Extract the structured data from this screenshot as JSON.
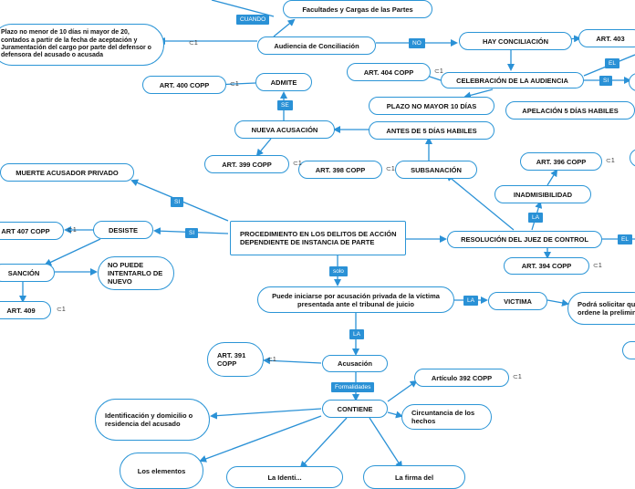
{
  "nodes": {
    "root": "PROCEDIMIENTO EN LOS DELITOS DE ACCIÓN DEPENDIENTE DE INSTANCIA DE PARTE",
    "facultades": "Facultades y Cargas de las Partes",
    "plazo10_20": "Plazo no menor de 10 días ni mayor de 20, contados a partir de la fecha de aceptación y Juramentación del cargo por parte del defensor o defensora del acusado o acusada",
    "audiencia": "Audiencia de Conciliación",
    "hay_conciliacion": "HAY CONCILIACIÓN",
    "art403": "ART. 403",
    "art404": "ART. 404 COPP",
    "celebracion": "CELEBRACIÓN DE LA AUDIENCIA",
    "art400": "ART. 400 COPP",
    "admite": "ADMITE",
    "plazo10": "PLAZO NO MAYOR 10 DÍAS",
    "apelacion": "APELACIÓN 5 DÍAS HABILES",
    "nueva_acusacion": "NUEVA ACUSACIÓN",
    "antes5": "ANTES DE 5 DÍAS HABILES",
    "art399": "ART. 399 COPP",
    "art398": "ART. 398 COPP",
    "subsanacion": "SUBSANACIÓN",
    "art396": "ART. 396 COPP",
    "muerte": "MUERTE ACUSADOR PRIVADO",
    "inadmisibilidad": "INADMISIBILIDAD",
    "art407": "ART 407 COPP",
    "desiste": "DESISTE",
    "resolucion": "RESOLUCIÓN DEL JUEZ DE CONTROL",
    "art394": "ART. 394 COPP",
    "sancion": "SANCIÓN",
    "no_puede": "NO PUEDE INTENTARLO DE NUEVO",
    "art409": "ART. 409",
    "puede_iniciarse": "Puede iniciarse por acusación privada de la víctima presentada ante el tribunal de juicio",
    "victima": "VICTIMA",
    "podra": "Podrá solicitar que ordene la preliminar",
    "art391": "ART. 391 COPP",
    "acusacion": "Acusación",
    "art392": "Artículo 392 COPP",
    "contiene": "CONTIENE",
    "identificacion": "Identificación y domicilio o residencia del acusado",
    "circunstancia": "Circuntancia de los hechos",
    "elementos": "Los elementos",
    "ident_bottom": "La Identi...",
    "firma": "La firma del"
  },
  "labels": {
    "cuando": "CUANDO",
    "no": "NO",
    "el_top": "EL",
    "si_top": "SI",
    "se": "SE",
    "si_a": "SI",
    "si_b": "SI",
    "la_inad": "LA",
    "el_res": "EL",
    "solo": "solo",
    "la_vic": "LA",
    "la_acu": "LA",
    "formalidades": "Formalidades"
  },
  "notes": {
    "n_plazo": "1",
    "n_art404": "1",
    "n_art400": "1",
    "n_art399": "1",
    "n_art398": "1",
    "n_art396": "1",
    "n_art407": "1",
    "n_art394": "1",
    "n_art409": "1",
    "n_art391": "1",
    "n_art392": "1"
  },
  "colors": {
    "line": "#2a91d6",
    "label_bg": "#2a91d6",
    "node_border": "#2b95d6"
  }
}
